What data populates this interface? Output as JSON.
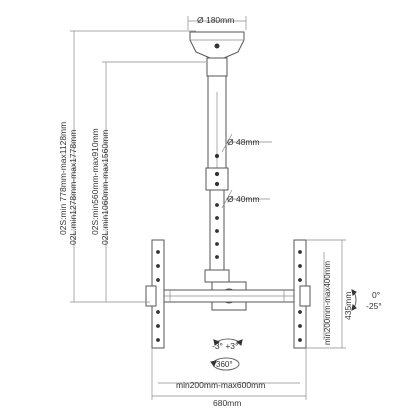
{
  "dims": {
    "ceiling_plate_diameter": "Ø 180mm",
    "upper_tube_diameter": "Ø 48mm",
    "lower_tube_diameter": "Ø 40mm",
    "tilt_range": "-3° +3°",
    "rotation": "360°",
    "tilt_up": "0°",
    "tilt_down": "-25°",
    "panel_height": "435mm",
    "vesa_vertical": "min200mm-max400mm",
    "vesa_horizontal": "min200mm-max600mm",
    "total_width": "680mm",
    "drop_02s_total": "02S:min 778mm-max1128mm",
    "drop_02l_total": "02L:min1278mm-max1778mm",
    "drop_02s_pole": "02S:min560mm-max910mm",
    "drop_02l_pole": "02L:min1060mm-max1560mm"
  }
}
